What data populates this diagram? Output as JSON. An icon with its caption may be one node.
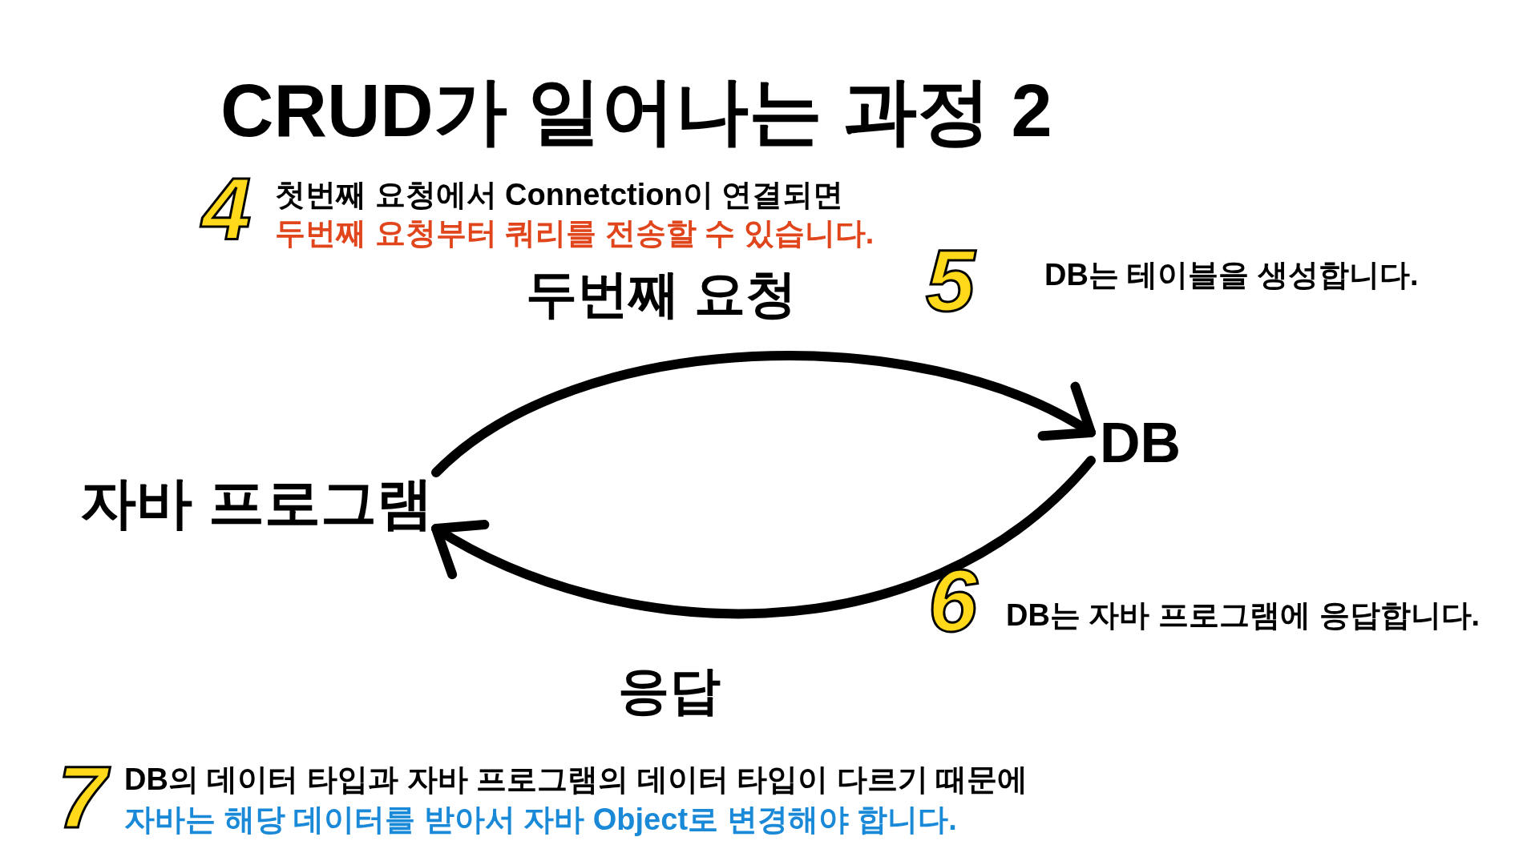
{
  "diagram": {
    "title": "CRUD가 일어나는 과정 2",
    "nodes": [
      {
        "text": [
          "자바 프로그램"
        ]
      },
      {
        "text": [
          "DB"
        ]
      }
    ],
    "edges": [
      {
        "from": 0,
        "to": 1,
        "arrow": "to",
        "label": "두번째 요청"
      },
      {
        "from": 1,
        "to": 0,
        "arrow": "to",
        "label": "응답"
      }
    ],
    "labels": [
      "4",
      "첫번째 요청에서 Connetction이 연결되면",
      "두번째 요청부터 쿼리를 전송할 수 있습니다.",
      "5",
      "DB는 테이블을 생성합니다.",
      "6",
      "DB는 자바 프로그램에 응답합니다.",
      "7",
      "DB의 데이터 타입과 자바 프로그램의 데이터 타입이 다르기 때문에",
      "자바는 해당 데이터를 받아서 자바 Object로 변경해야 합니다."
    ]
  }
}
